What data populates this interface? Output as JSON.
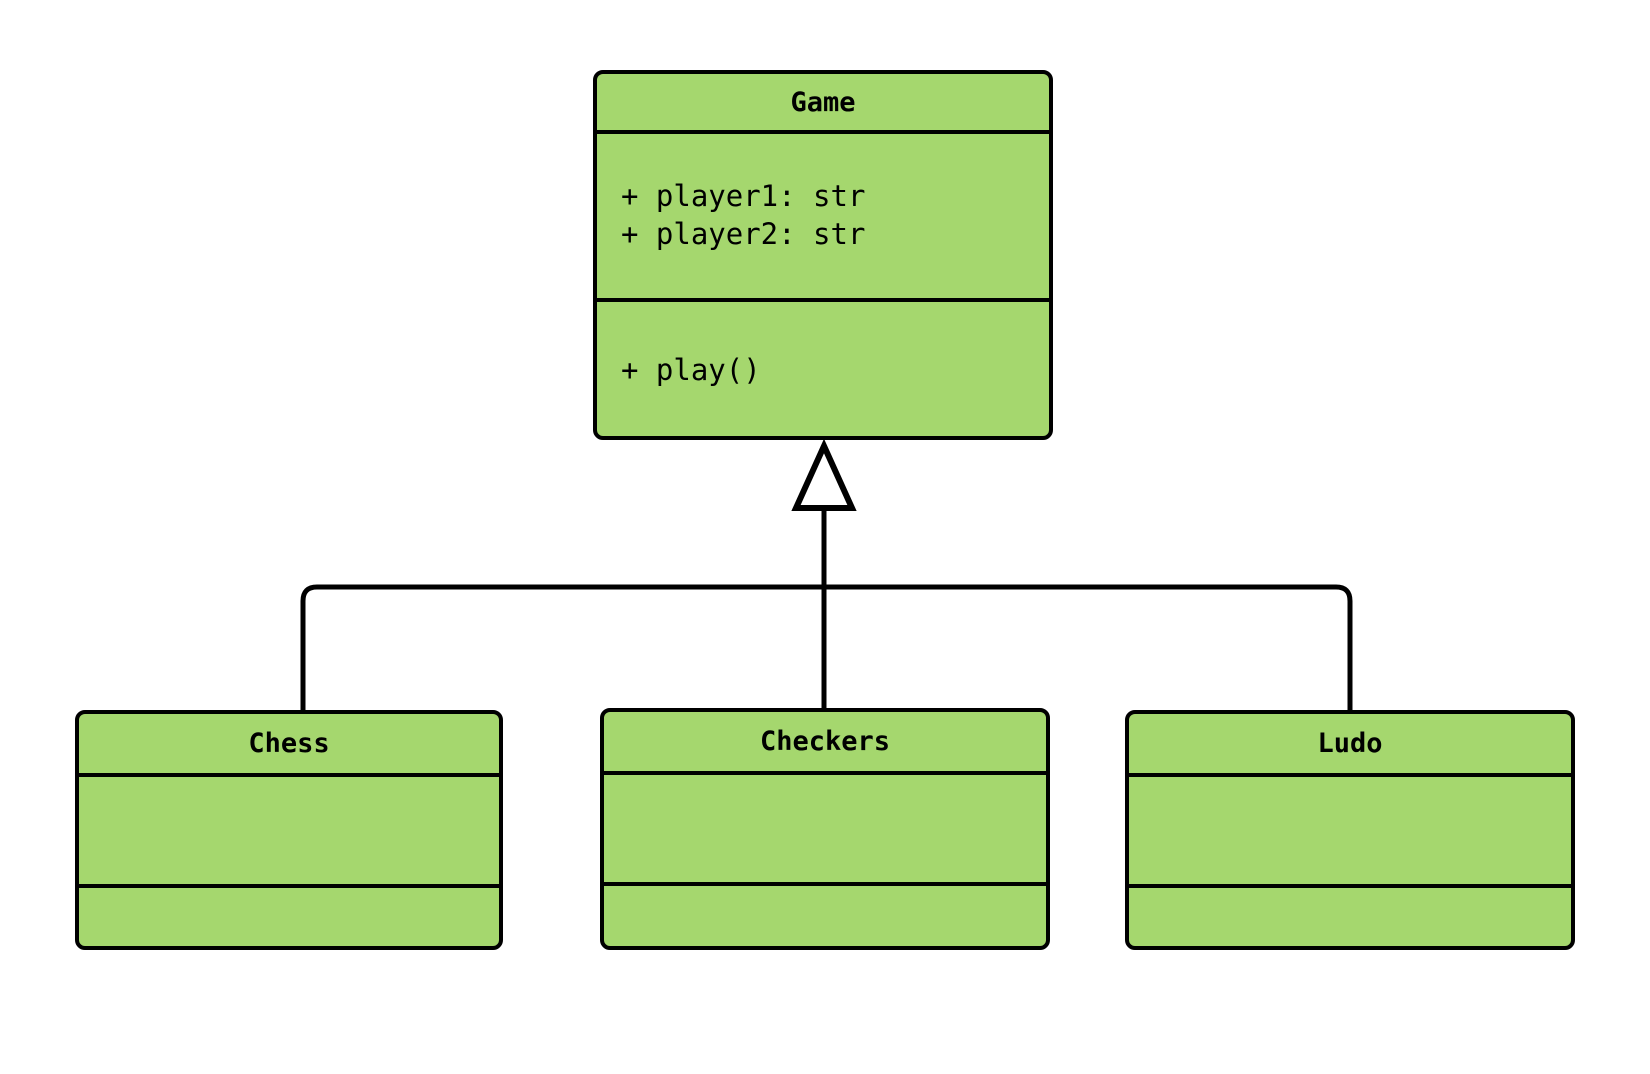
{
  "diagram": {
    "type": "uml-class-diagram",
    "background_color": "#ffffff",
    "class_fill_color": "#a5d76e",
    "border_color": "#000000",
    "relationship": "generalization",
    "classes": [
      {
        "id": "game",
        "name": "Game",
        "role": "superclass",
        "attributes": [
          "+ player1: str",
          "+ player2: str"
        ],
        "methods": [
          "+ play()"
        ]
      },
      {
        "id": "chess",
        "name": "Chess",
        "role": "subclass",
        "attributes": [],
        "methods": []
      },
      {
        "id": "checkers",
        "name": "Checkers",
        "role": "subclass",
        "attributes": [],
        "methods": []
      },
      {
        "id": "ludo",
        "name": "Ludo",
        "role": "subclass",
        "attributes": [],
        "methods": []
      }
    ],
    "connections": [
      {
        "from": "chess",
        "to": "game",
        "kind": "inheritance"
      },
      {
        "from": "checkers",
        "to": "game",
        "kind": "inheritance"
      },
      {
        "from": "ludo",
        "to": "game",
        "kind": "inheritance"
      }
    ]
  }
}
